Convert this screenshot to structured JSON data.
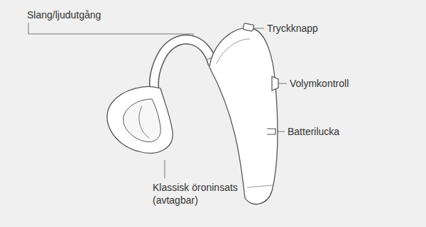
{
  "diagram": {
    "labels": [
      "Slang/ljudutgång",
      "Tryckknapp",
      "Volymkontroll",
      "Batterilucka",
      "Klassisk öroninsats (avtagbar)"
    ]
  }
}
